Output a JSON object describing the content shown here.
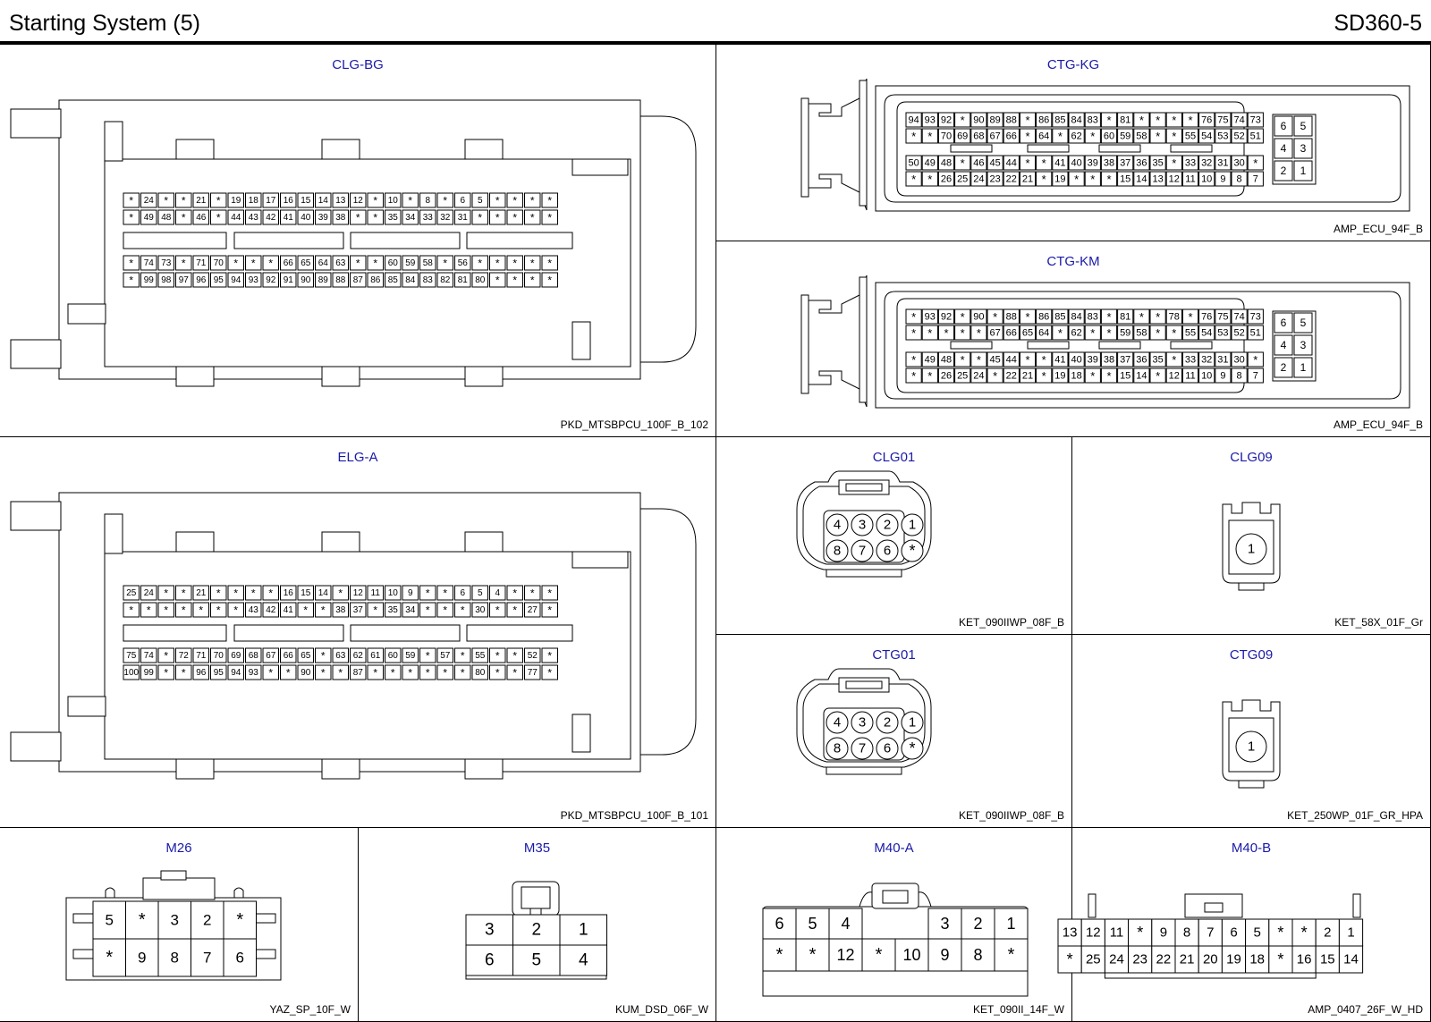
{
  "header": {
    "title": "Starting System    (5)",
    "code": "SD360-5"
  },
  "connectors": {
    "clg_bg": {
      "name": "CLG-BG",
      "part": "PKD_MTSBPCU_100F_B_102",
      "rows": [
        [
          "*",
          "24",
          "*",
          "*",
          "21",
          "*",
          "19",
          "18",
          "17",
          "16",
          "15",
          "14",
          "13",
          "12",
          "*",
          "10",
          "*",
          "8",
          "*",
          "6",
          "5",
          "*",
          "*",
          "*",
          "*"
        ],
        [
          "*",
          "49",
          "48",
          "*",
          "46",
          "*",
          "44",
          "43",
          "42",
          "41",
          "40",
          "39",
          "38",
          "*",
          "*",
          "35",
          "34",
          "33",
          "32",
          "31",
          "*",
          "*",
          "*",
          "*",
          "*"
        ],
        [
          "*",
          "74",
          "73",
          "*",
          "71",
          "70",
          "*",
          "*",
          "*",
          "66",
          "65",
          "64",
          "63",
          "*",
          "*",
          "60",
          "59",
          "58",
          "*",
          "56",
          "*",
          "*",
          "*",
          "*",
          "*"
        ],
        [
          "*",
          "99",
          "98",
          "97",
          "96",
          "95",
          "94",
          "93",
          "92",
          "91",
          "90",
          "89",
          "88",
          "87",
          "86",
          "85",
          "84",
          "83",
          "82",
          "81",
          "80",
          "*",
          "*",
          "*",
          "*"
        ]
      ]
    },
    "elg_a": {
      "name": "ELG-A",
      "part": "PKD_MTSBPCU_100F_B_101",
      "rows": [
        [
          "25",
          "24",
          "*",
          "*",
          "21",
          "*",
          "*",
          "*",
          "*",
          "16",
          "15",
          "14",
          "*",
          "12",
          "11",
          "10",
          "9",
          "*",
          "*",
          "6",
          "5",
          "4",
          "*",
          "*",
          "*"
        ],
        [
          "*",
          "*",
          "*",
          "*",
          "*",
          "*",
          "*",
          "43",
          "42",
          "41",
          "*",
          "*",
          "38",
          "37",
          "*",
          "35",
          "34",
          "*",
          "*",
          "*",
          "30",
          "*",
          "*",
          "27",
          "*"
        ],
        [
          "75",
          "74",
          "*",
          "72",
          "71",
          "70",
          "69",
          "68",
          "67",
          "66",
          "65",
          "*",
          "63",
          "62",
          "61",
          "60",
          "59",
          "*",
          "57",
          "*",
          "55",
          "*",
          "*",
          "52",
          "*"
        ],
        [
          "100",
          "99",
          "*",
          "*",
          "96",
          "95",
          "94",
          "93",
          "*",
          "*",
          "90",
          "*",
          "*",
          "87",
          "*",
          "*",
          "*",
          "*",
          "*",
          "*",
          "80",
          "*",
          "*",
          "77",
          "*"
        ]
      ]
    },
    "ctg_kg": {
      "name": "CTG-KG",
      "part": "AMP_ECU_94F_B",
      "top": [
        [
          "94",
          "93",
          "92",
          "*",
          "90",
          "89",
          "88",
          "*",
          "86",
          "85",
          "84",
          "83",
          "*",
          "81",
          "*",
          "*",
          "*",
          "*",
          "76",
          "75",
          "74",
          "73"
        ],
        [
          "*",
          "*",
          "70",
          "69",
          "68",
          "67",
          "66",
          "*",
          "64",
          "*",
          "62",
          "*",
          "60",
          "59",
          "58",
          "*",
          "*",
          "55",
          "54",
          "53",
          "52",
          "51"
        ]
      ],
      "bot": [
        [
          "50",
          "49",
          "48",
          "*",
          "46",
          "45",
          "44",
          "*",
          "*",
          "41",
          "40",
          "39",
          "38",
          "37",
          "36",
          "35",
          "*",
          "33",
          "32",
          "31",
          "30",
          "*"
        ],
        [
          "*",
          "*",
          "26",
          "25",
          "24",
          "23",
          "22",
          "21",
          "*",
          "19",
          "*",
          "*",
          "*",
          "15",
          "14",
          "13",
          "12",
          "11",
          "10",
          "9",
          "8",
          "7"
        ]
      ],
      "side": [
        [
          "6",
          "5"
        ],
        [
          "4",
          "3"
        ],
        [
          "2",
          "1"
        ]
      ]
    },
    "ctg_km": {
      "name": "CTG-KM",
      "part": "AMP_ECU_94F_B",
      "top": [
        [
          "*",
          "93",
          "92",
          "*",
          "90",
          "*",
          "88",
          "*",
          "86",
          "85",
          "84",
          "83",
          "*",
          "81",
          "*",
          "*",
          "78",
          "*",
          "76",
          "75",
          "74",
          "73"
        ],
        [
          "*",
          "*",
          "*",
          "*",
          "*",
          "67",
          "66",
          "65",
          "64",
          "*",
          "62",
          "*",
          "*",
          "59",
          "58",
          "*",
          "*",
          "55",
          "54",
          "53",
          "52",
          "51"
        ]
      ],
      "bot": [
        [
          "*",
          "49",
          "48",
          "*",
          "*",
          "45",
          "44",
          "*",
          "*",
          "41",
          "40",
          "39",
          "38",
          "37",
          "36",
          "35",
          "*",
          "33",
          "32",
          "31",
          "30",
          "*"
        ],
        [
          "*",
          "*",
          "26",
          "25",
          "24",
          "*",
          "22",
          "21",
          "*",
          "19",
          "18",
          "*",
          "*",
          "15",
          "14",
          "*",
          "12",
          "11",
          "10",
          "9",
          "8",
          "7"
        ]
      ],
      "side": [
        [
          "6",
          "5"
        ],
        [
          "4",
          "3"
        ],
        [
          "2",
          "1"
        ]
      ]
    },
    "clg01": {
      "name": "CLG01",
      "part": "KET_090IIWP_08F_B",
      "top": [
        "4",
        "3",
        "2",
        "1"
      ],
      "bot": [
        "8",
        "7",
        "6",
        "*"
      ]
    },
    "clg09": {
      "name": "CLG09",
      "part": "KET_58X_01F_Gr",
      "pin": "1"
    },
    "ctg01": {
      "name": "CTG01",
      "part": "KET_090IIWP_08F_B",
      "top": [
        "4",
        "3",
        "2",
        "1"
      ],
      "bot": [
        "8",
        "7",
        "6",
        "*"
      ]
    },
    "ctg09": {
      "name": "CTG09",
      "part": "KET_250WP_01F_GR_HPA",
      "pin": "1"
    },
    "m26": {
      "name": "M26",
      "part": "YAZ_SP_10F_W",
      "top": [
        "5",
        "*",
        "3",
        "2",
        "*"
      ],
      "bot": [
        "*",
        "9",
        "8",
        "7",
        "6"
      ]
    },
    "m35": {
      "name": "M35",
      "part": "KUM_DSD_06F_W",
      "top": [
        "3",
        "2",
        "1"
      ],
      "bot": [
        "6",
        "5",
        "4"
      ]
    },
    "m40a": {
      "name": "M40-A",
      "part": "KET_090II_14F_W",
      "topL": [
        "6",
        "5",
        "4"
      ],
      "topR": [
        "3",
        "2",
        "1"
      ],
      "bot": [
        "*",
        "*",
        "12",
        "*",
        "10",
        "9",
        "8",
        "*"
      ]
    },
    "m40b": {
      "name": "M40-B",
      "part": "AMP_0407_26F_W_HD",
      "top": [
        "13",
        "12",
        "11",
        "*",
        "9",
        "8",
        "7",
        "6",
        "5",
        "*",
        "*",
        "2",
        "1"
      ],
      "bot": [
        "*",
        "25",
        "24",
        "23",
        "22",
        "21",
        "20",
        "19",
        "18",
        "*",
        "16",
        "15",
        "14"
      ]
    }
  }
}
